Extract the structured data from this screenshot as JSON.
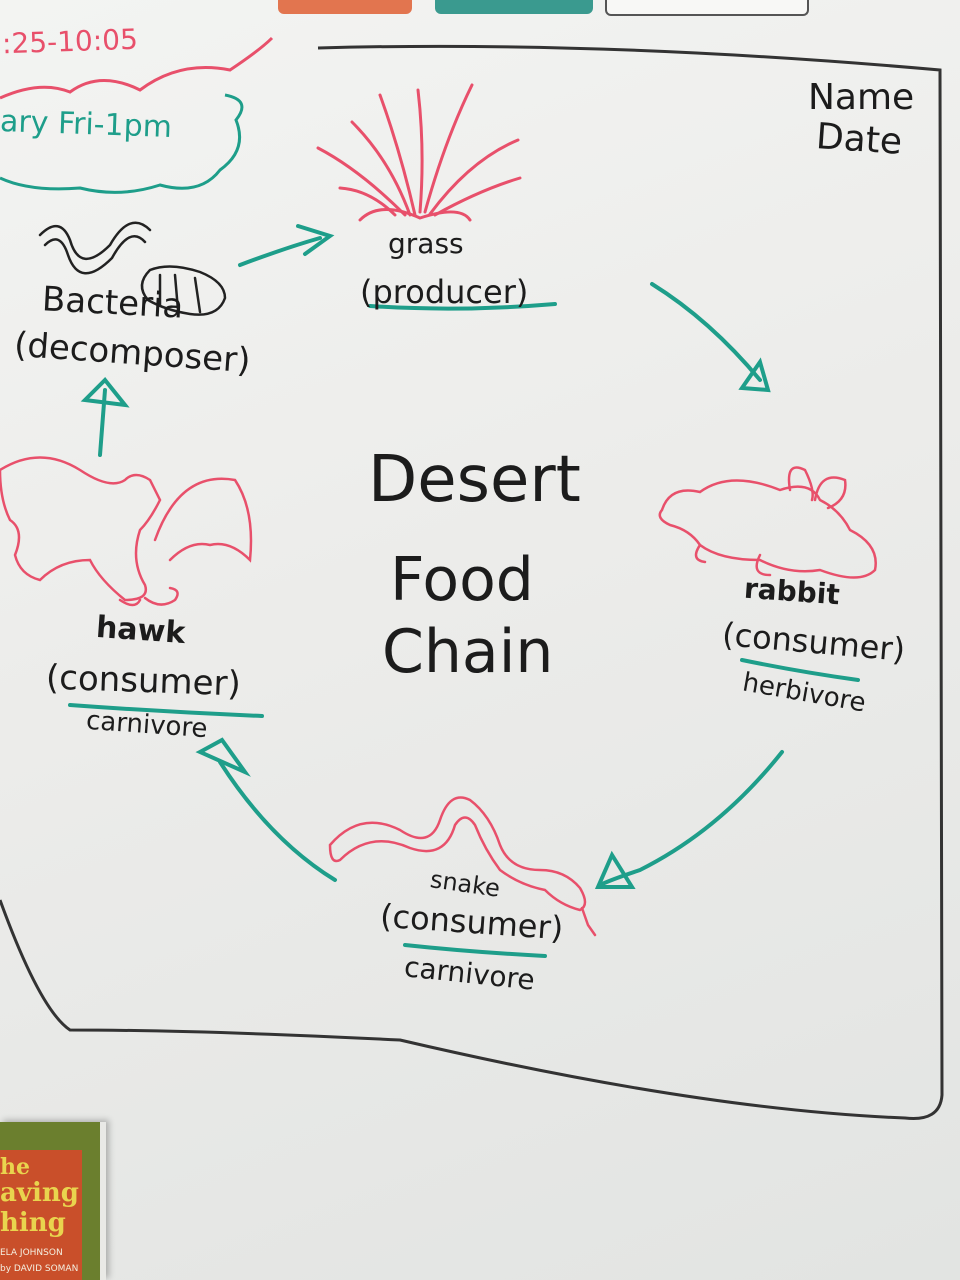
{
  "schedule": {
    "time": ":25-10:05",
    "library": "ary Fri-1pm"
  },
  "header": {
    "name_label": "Name",
    "date_label": "Date"
  },
  "title": {
    "line1": "Desert",
    "line2": "Food",
    "line3": "Chain"
  },
  "chain": {
    "grass": {
      "name": "grass",
      "role": "(producer)"
    },
    "rabbit": {
      "name": "rabbit",
      "role": "(consumer)",
      "diet": "herbivore"
    },
    "snake": {
      "name": "snake",
      "role": "(consumer)",
      "diet": "carnivore"
    },
    "hawk": {
      "name": "hawk",
      "role": "(consumer)",
      "diet": "carnivore"
    },
    "bacteria": {
      "name": "Bacteria",
      "role": "(decomposer)"
    }
  },
  "book": {
    "title_line1": "he",
    "title_line2": "aving",
    "title_line3": "hing",
    "author": "ELA JOHNSON",
    "illustrator": "by DAVID SOMAN"
  },
  "colors": {
    "marker_black": "#1c1c1c",
    "marker_red": "#e8506b",
    "marker_green": "#1e9e8a"
  }
}
